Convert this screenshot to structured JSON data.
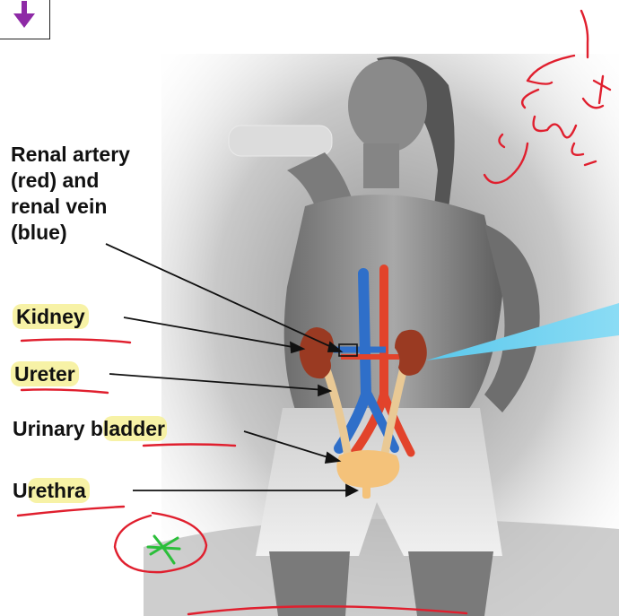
{
  "toolbar": {
    "download_icon": "down-arrow-icon"
  },
  "labels": {
    "renal_lines": [
      "Renal artery",
      "(red) and",
      "renal vein",
      "(blue)"
    ],
    "kidney": "Kidney",
    "ureter": "Ureter",
    "bladder_prefix": "Urinary b",
    "bladder_highlight": "ladder",
    "urethra_prefix": "U",
    "urethra_highlight": "rethra"
  },
  "colors": {
    "artery": "#e2432b",
    "vein": "#2f6fc9",
    "kidney": "#9a3a22",
    "bladder": "#f4c27a",
    "ureter": "#e9c995",
    "annotation_ink": "#e01f2e",
    "highlight": "#f6f096",
    "green_mark": "#2bbf3a",
    "cyan_band": "#5ac8ec",
    "download_arrow": "#8e2aa6"
  }
}
